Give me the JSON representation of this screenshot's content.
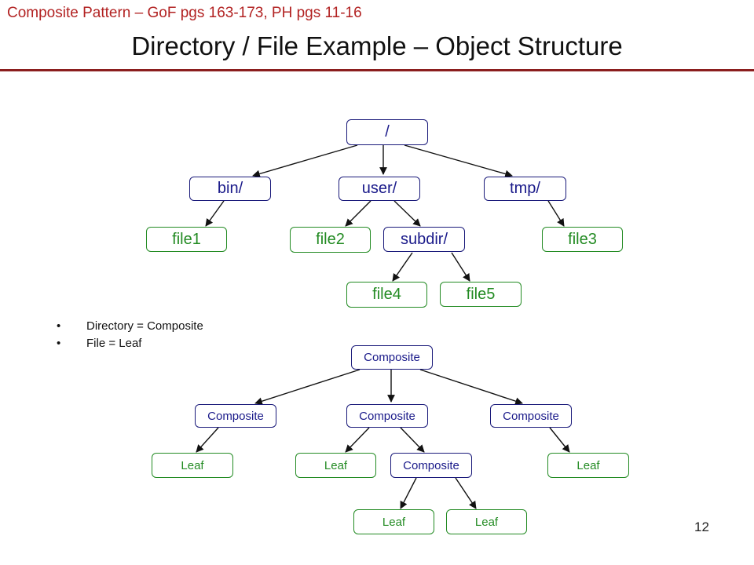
{
  "header": {
    "subtitle": "Composite Pattern – GoF pgs 163-173, PH pgs 11-16",
    "title": "Directory / File Example – Object Structure"
  },
  "tree": {
    "root": "/",
    "bin": "bin/",
    "user": "user/",
    "tmp": "tmp/",
    "file1": "file1",
    "file2": "file2",
    "subdir": "subdir/",
    "file3": "file3",
    "file4": "file4",
    "file5": "file5"
  },
  "bullets": [
    "Directory = Composite",
    "File = Leaf"
  ],
  "bullet_glyph": "•",
  "roles": {
    "composite": "Composite",
    "leaf": "Leaf"
  },
  "footer": {
    "page_number": "12"
  }
}
